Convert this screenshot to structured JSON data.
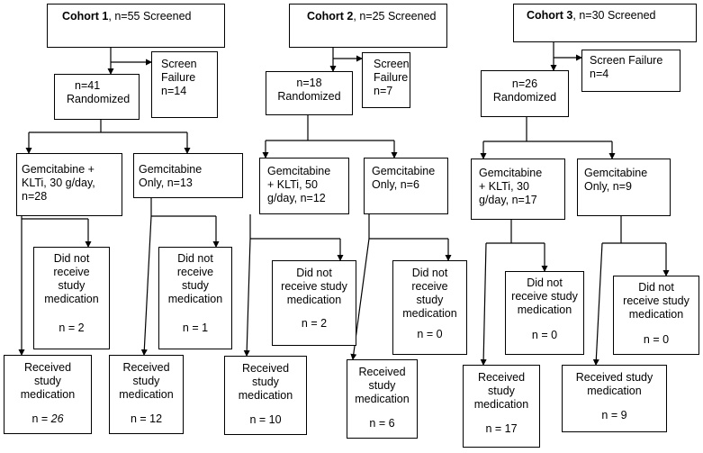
{
  "cohort1": {
    "screened": {
      "lead": "Cohort 1",
      "rest": ", n=55 Screened"
    },
    "randomized": [
      "n=41",
      "Randomized"
    ],
    "screen_failure": [
      "Screen",
      "Failure",
      "n=14"
    ],
    "arm_a": [
      "Gemcitabine +",
      "KLTi, 30 g/day,",
      "n=28"
    ],
    "arm_b": [
      "Gemcitabine",
      "Only, n=13"
    ],
    "dnr_a": {
      "text": [
        "Did not",
        "receive",
        "study",
        "medication"
      ],
      "n": "n = 2"
    },
    "dnr_b": {
      "text": [
        "Did not",
        "receive",
        "study",
        "medication"
      ],
      "n": "n = 1"
    },
    "rec_a": {
      "text": [
        "Received",
        "study",
        "medication"
      ],
      "n_prefix": "n = ",
      "n_value": "26"
    },
    "rec_b": {
      "text": [
        "Received",
        "study",
        "medication"
      ],
      "n": "n = 12"
    }
  },
  "cohort2": {
    "screened": {
      "lead": "Cohort 2",
      "rest": ", n=25 Screened"
    },
    "randomized": [
      "n=18",
      "Randomized"
    ],
    "screen_failure": [
      "Screen",
      "Failure",
      "n=7"
    ],
    "arm_a": [
      "Gemcitabine",
      "+ KLTi, 50",
      "g/day, n=12"
    ],
    "arm_b": [
      "Gemcitabine",
      "Only, n=6"
    ],
    "dnr_a": {
      "text": [
        "Did not",
        "receive study",
        "medication"
      ],
      "n": "n = 2"
    },
    "dnr_b": {
      "text": [
        "Did not",
        "receive",
        "study",
        "medication"
      ],
      "n": "n = 0"
    },
    "rec_a": {
      "text": [
        "Received",
        "study",
        "medication"
      ],
      "n": "n = 10"
    },
    "rec_b": {
      "text": [
        "Received",
        "study",
        "medication"
      ],
      "n": "n = 6"
    }
  },
  "cohort3": {
    "screened": {
      "lead": "Cohort 3",
      "rest": ", n=30 Screened"
    },
    "randomized": [
      "n=26",
      "Randomized"
    ],
    "screen_failure": [
      "Screen Failure",
      "n=4"
    ],
    "arm_a": [
      "Gemcitabine",
      "+ KLTi, 30",
      "g/day, n=17"
    ],
    "arm_b": [
      "Gemcitabine",
      "Only, n=9"
    ],
    "dnr_a": {
      "text": [
        "Did not",
        "receive study",
        "medication"
      ],
      "n": "n = 0"
    },
    "dnr_b": {
      "text": [
        "Did not",
        "receive study",
        "medication"
      ],
      "n": "n = 0"
    },
    "rec_a": {
      "text": [
        "Received",
        "study",
        "medication"
      ],
      "n": "n = 17"
    },
    "rec_b": {
      "text": [
        "Received study",
        "medication"
      ],
      "n": "n = 9"
    }
  }
}
